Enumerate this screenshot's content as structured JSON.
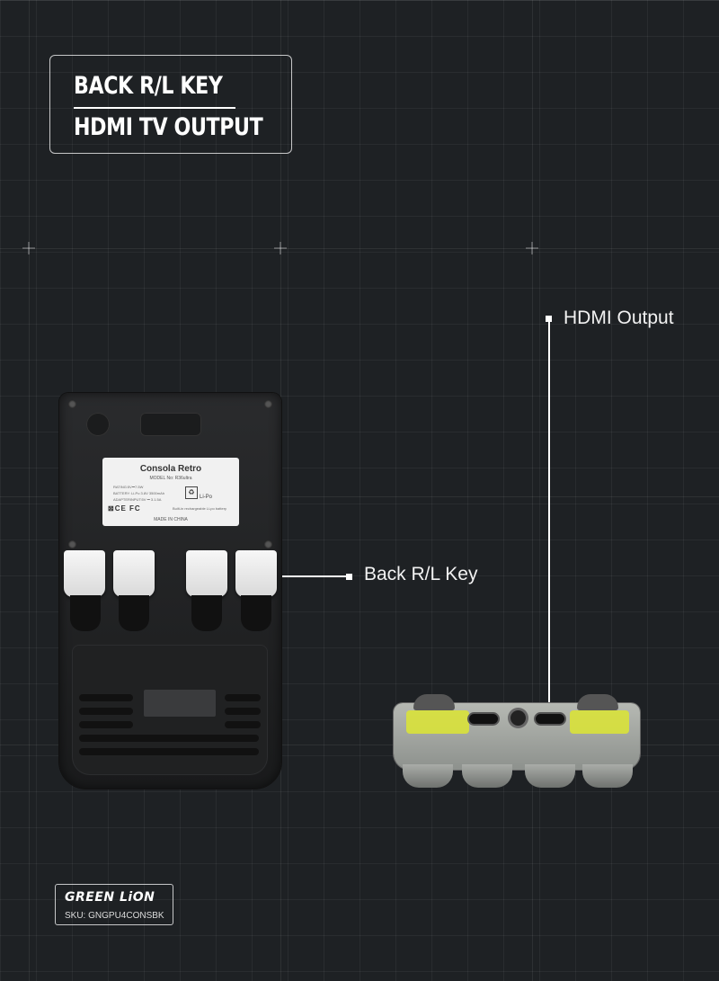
{
  "heading": {
    "line1": "BACK R/L KEY",
    "line2": "HDMI TV OUTPUT"
  },
  "callouts": {
    "hdmi": "HDMI Output",
    "back_key": "Back R/L Key"
  },
  "sticker": {
    "title": "Consola Retro",
    "model": "MODEL No: R36ultra",
    "rating": "RATING:5V⎓7.5W",
    "battery": "BATTERY: Li-Po 3.8V 3500mAh",
    "adapter": "ADAPTERINPUT:5V ⎓ 3.1.5A",
    "lipo": "Li-Po",
    "warning": "Built-in rechargeable Li-po battery",
    "certs": "⊠CE FC",
    "made_in": "MADE IN CHINA"
  },
  "brand": {
    "logo": "GREEN LiON",
    "sku": "SKU: GNGPU4CONSBK"
  },
  "colors": {
    "background": "#1e2124",
    "accent_yellow": "#d9e23a"
  }
}
